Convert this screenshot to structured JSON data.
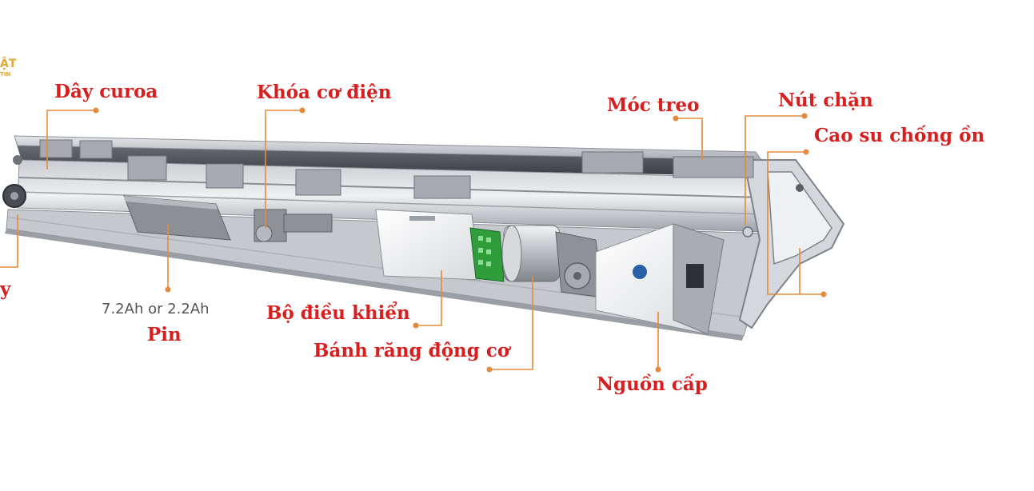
{
  "logo": {
    "top": "ẬT",
    "bottom": "TIN",
    "color": "#e0a83a"
  },
  "labels": {
    "belt": "Dây curoa",
    "lock": "Khóa cơ điện",
    "hanger": "Móc treo",
    "stopper": "Nút chặn",
    "rubber": "Cao su chống ồn",
    "battery_spec": "7.2Ah or 2.2Ah",
    "battery": "Pin",
    "controller": "Bộ điều khiển",
    "motor": "Bánh răng động cơ",
    "power": "Nguồn cấp",
    "edge_char": "y"
  },
  "colors": {
    "label": "#d81e1e",
    "leader": "#e58a3c",
    "rail": "#b9bdc2",
    "spec": "#555555"
  },
  "icons": [
    "door-operator-assembly"
  ]
}
